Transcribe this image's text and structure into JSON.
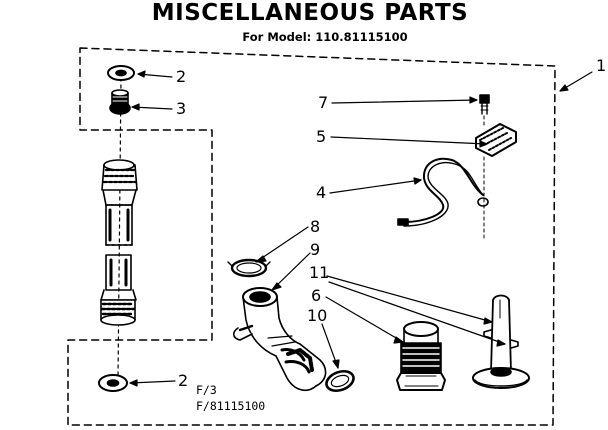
{
  "header": {
    "title": "MISCELLANEOUS PARTS",
    "subtitle": "For Model: 110.81115100"
  },
  "callouts": {
    "c1": "1",
    "c2_top": "2",
    "c3": "3",
    "c7": "7",
    "c5": "5",
    "c4": "4",
    "c8": "8",
    "c9": "9",
    "c11": "11",
    "c6": "6",
    "c10": "10",
    "c2_bottom": "2"
  },
  "footer": {
    "page_ref": "F/3",
    "diagram_ref": "F/81115100"
  }
}
